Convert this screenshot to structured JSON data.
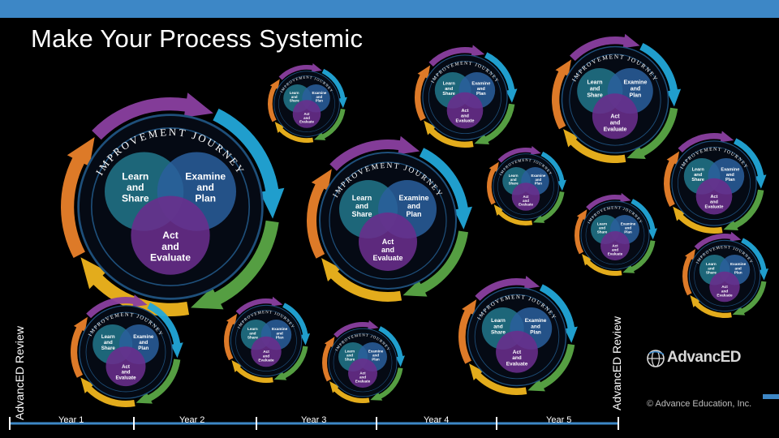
{
  "slide": {
    "title": "Make Your Process Systemic",
    "left_vertical_label": "AdvancED Review",
    "right_vertical_label": "AdvancED Review",
    "years": [
      "Year 1",
      "Year 2",
      "Year 3",
      "Year 4",
      "Year 5"
    ],
    "logo_text": "AdvancED",
    "copyright": "© Advance Education, Inc."
  },
  "cycle": {
    "ring_text": "IMPROVEMENT JOURNEY",
    "circle_learn": [
      "Learn",
      "and",
      "Share"
    ],
    "circle_examine": [
      "Examine",
      "and",
      "Plan"
    ],
    "circle_act": [
      "Act",
      "and",
      "Evaluate"
    ]
  },
  "colors": {
    "top_bar": "#3d87c6",
    "arrow_purple": "#8a3fa0",
    "arrow_blue": "#22a7d8",
    "arrow_green": "#5aa646",
    "arrow_yellow": "#efb51e",
    "arrow_orange": "#e9812a",
    "circle_teal": "#1f6f82",
    "circle_blue": "#2a5f9c",
    "circle_purple": "#6a2d8c"
  }
}
